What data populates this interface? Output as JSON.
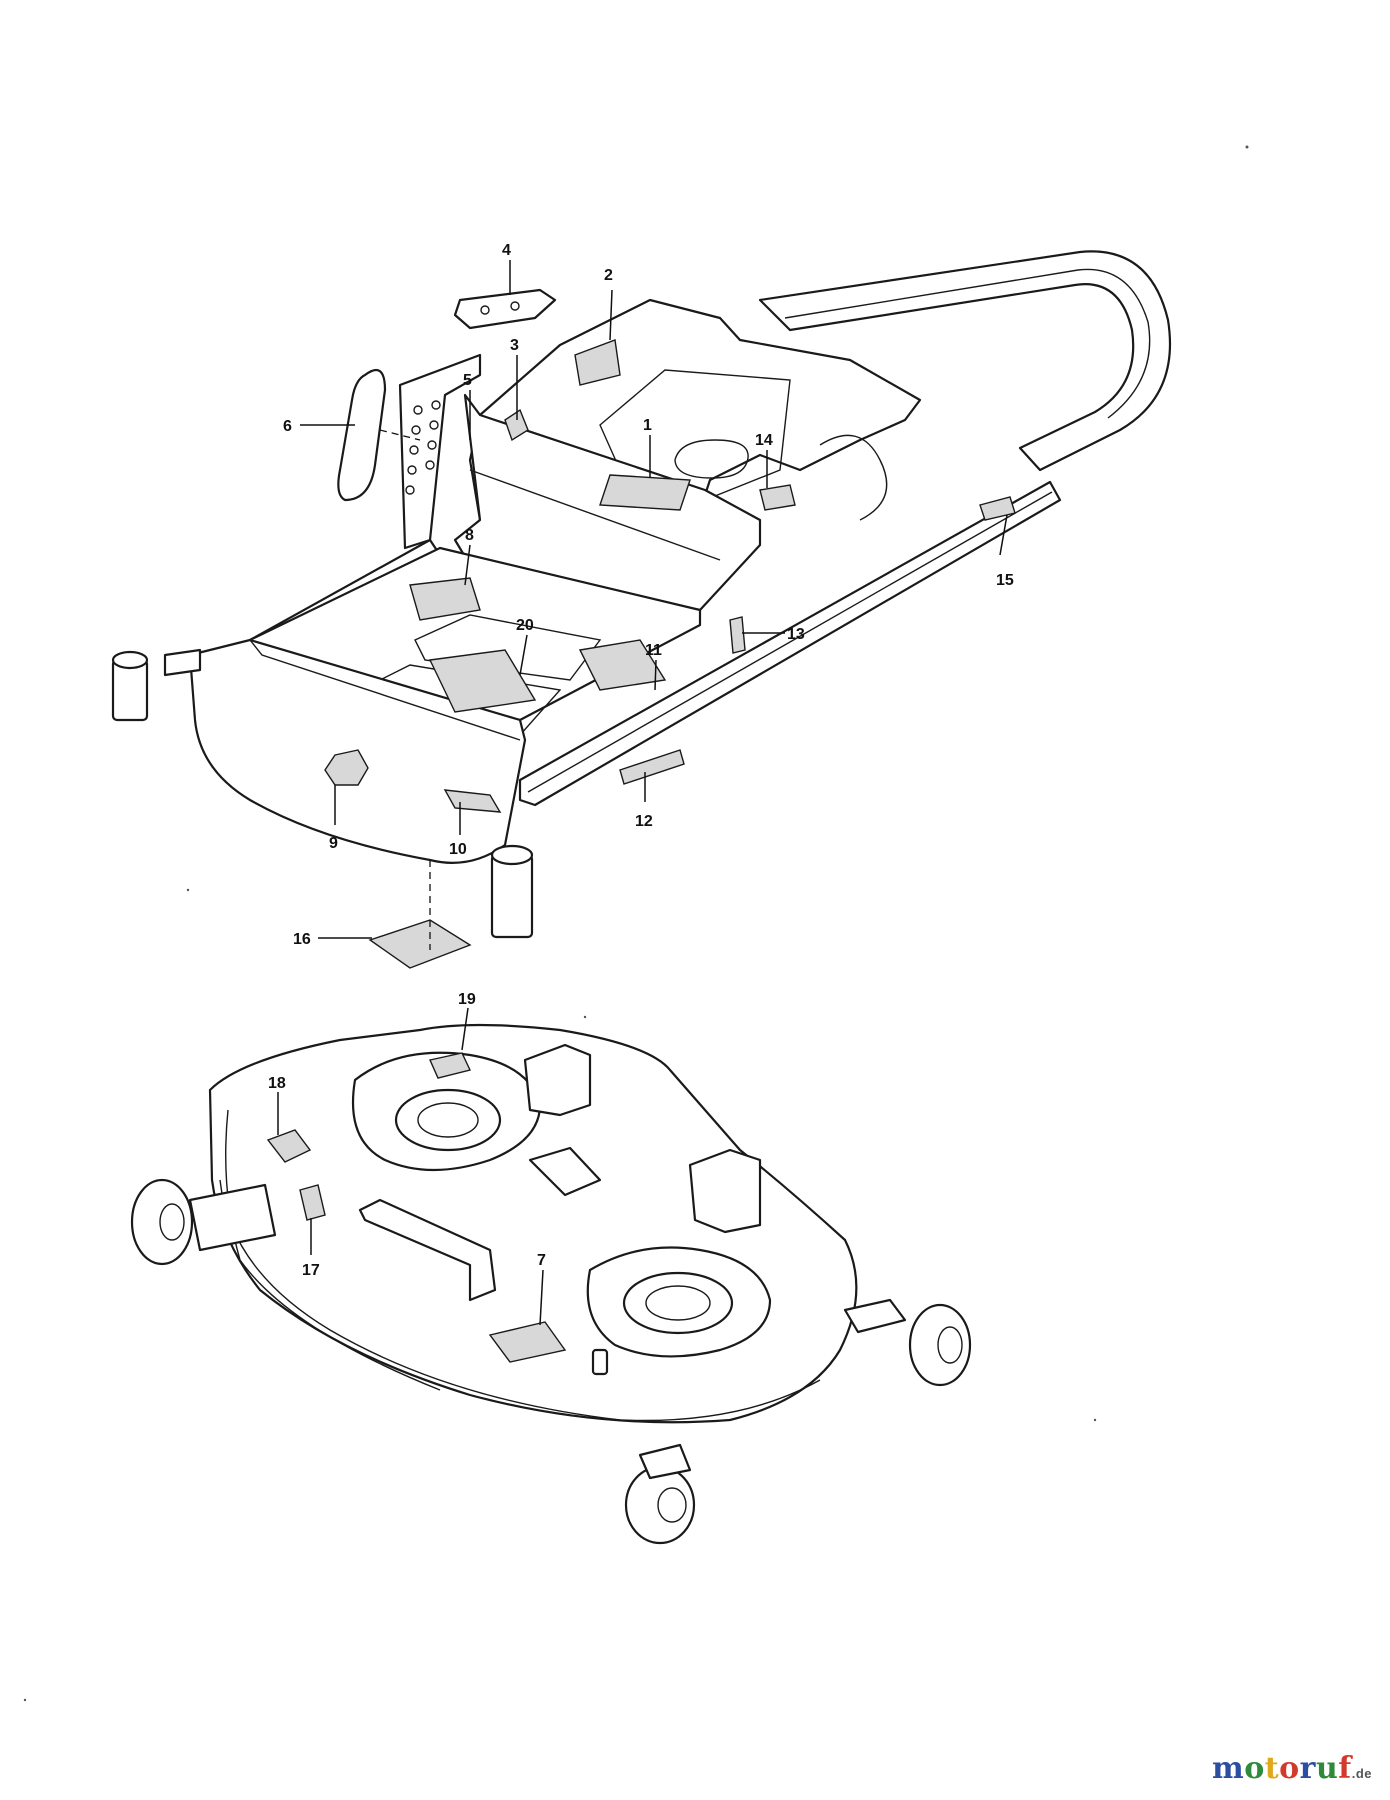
{
  "callouts": {
    "c1": "1",
    "c2": "2",
    "c3": "3",
    "c4": "4",
    "c5": "5",
    "c6": "6",
    "c7": "7",
    "c8": "8",
    "c9": "9",
    "c10": "10",
    "c11": "11",
    "c12": "12",
    "c13": "13",
    "c14": "14",
    "c15": "15",
    "c16": "16",
    "c17": "17",
    "c18": "18",
    "c19": "19",
    "c20": "20"
  },
  "watermark": {
    "letters": [
      "m",
      "o",
      "t",
      "o",
      "r",
      "u",
      "f"
    ],
    "tld": ".de",
    "colors": [
      "#2b4ea2",
      "#2f8a3a",
      "#e0a81a",
      "#d33a2c",
      "#2b4ea2",
      "#2f8a3a",
      "#d33a2c"
    ]
  }
}
